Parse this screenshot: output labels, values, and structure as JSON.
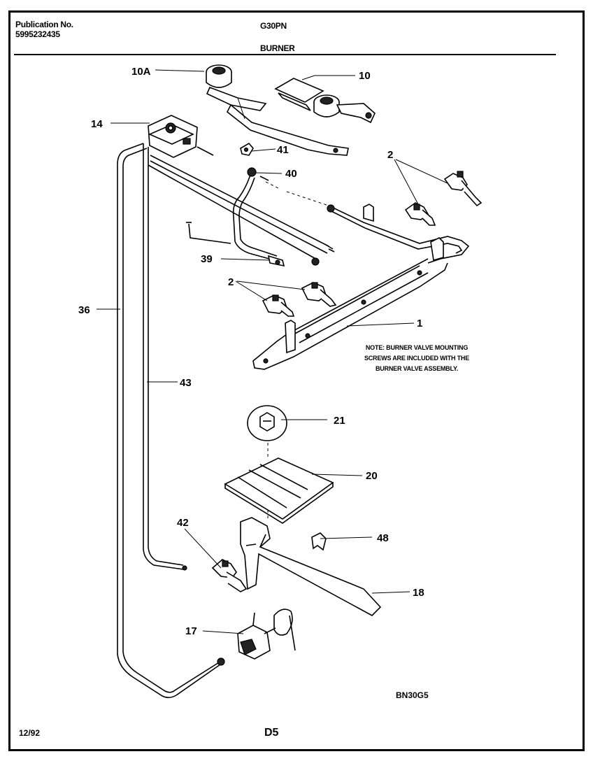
{
  "header": {
    "publication_label": "Publication No.",
    "publication_number": "5995232435",
    "model": "G30PN",
    "section": "BURNER"
  },
  "callouts": {
    "c10A": "10A",
    "c10": "10",
    "c14": "14",
    "c41": "41",
    "c40": "40",
    "c2a": "2",
    "c2b": "2",
    "c39": "39",
    "c36": "36",
    "c1": "1",
    "c43": "43",
    "c21": "21",
    "c20": "20",
    "c42": "42",
    "c48": "48",
    "c18": "18",
    "c17": "17"
  },
  "note": {
    "line1": "NOTE:  BURNER VALVE MOUNTING",
    "line2": "SCREWS ARE INCLUDED WITH THE",
    "line3": "BURNER VALVE ASSEMBLY."
  },
  "illustration_code": "BN30G5",
  "footer": {
    "date": "12/92",
    "page_id": "D5"
  }
}
